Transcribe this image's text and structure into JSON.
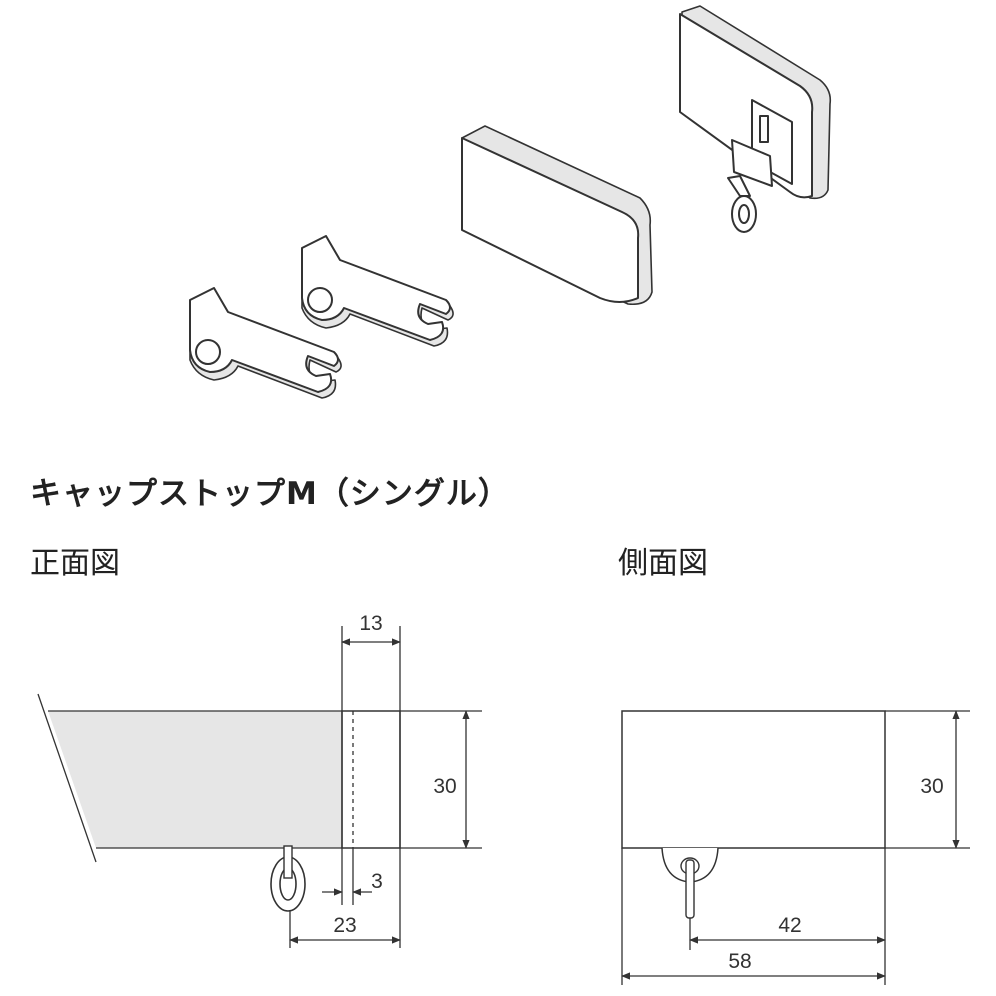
{
  "title": "キャップストップM（シングル）",
  "views": {
    "front_label": "正面図",
    "side_label": "側面図"
  },
  "dimensions": {
    "front": {
      "d13": "13",
      "d30": "30",
      "d3": "3",
      "d23": "23"
    },
    "side": {
      "d30": "30",
      "d42": "42",
      "d58": "58"
    }
  },
  "colors": {
    "line": "#333333",
    "fill": "#e6e6e6",
    "background": "#ffffff"
  }
}
